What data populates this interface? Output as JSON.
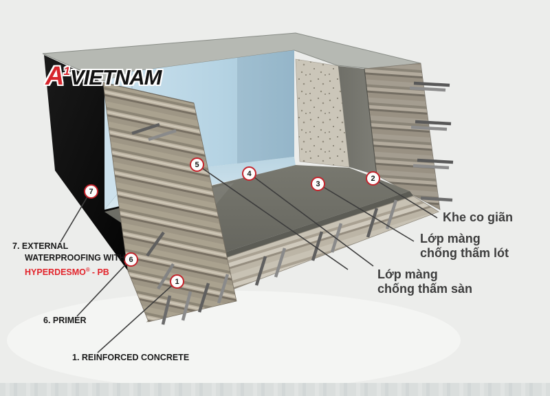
{
  "logo": {
    "letter": "A",
    "superscript": "1",
    "name": "VIETNAM"
  },
  "callouts": {
    "c1": "1",
    "c2": "2",
    "c3": "3",
    "c4": "4",
    "c5": "5",
    "c6": "6",
    "c7": "7"
  },
  "labels": {
    "external_waterproofing": {
      "line1": "7. EXTERNAL",
      "line2": "WATERPROOFING WITH",
      "brand": "HYPERDESMO",
      "registered": "®",
      "suffix": "- PB"
    },
    "primer": "6. PRIMER",
    "reinforced_concrete": "1. REINFORCED CONCRETE",
    "expansion_joint": "Khe co giãn",
    "lining_membrane": {
      "line1": "Lớp màng",
      "line2": "chống thấm lót"
    },
    "floor_membrane": {
      "line1": "Lớp màng",
      "line2": "chống thấm sàn"
    }
  },
  "colors": {
    "background": "#ecedeb",
    "accent_red": "#c4232b",
    "brand_red": "#e2242b",
    "waterproofing_black": "#0e0e0e",
    "pool_blue_back": "#b5d3e3",
    "pool_blue_light": "#cde1ec",
    "membrane_gray": "#6e6e66",
    "concrete_tan": "#aaa28f",
    "label_dark": "#3d3d3d"
  }
}
